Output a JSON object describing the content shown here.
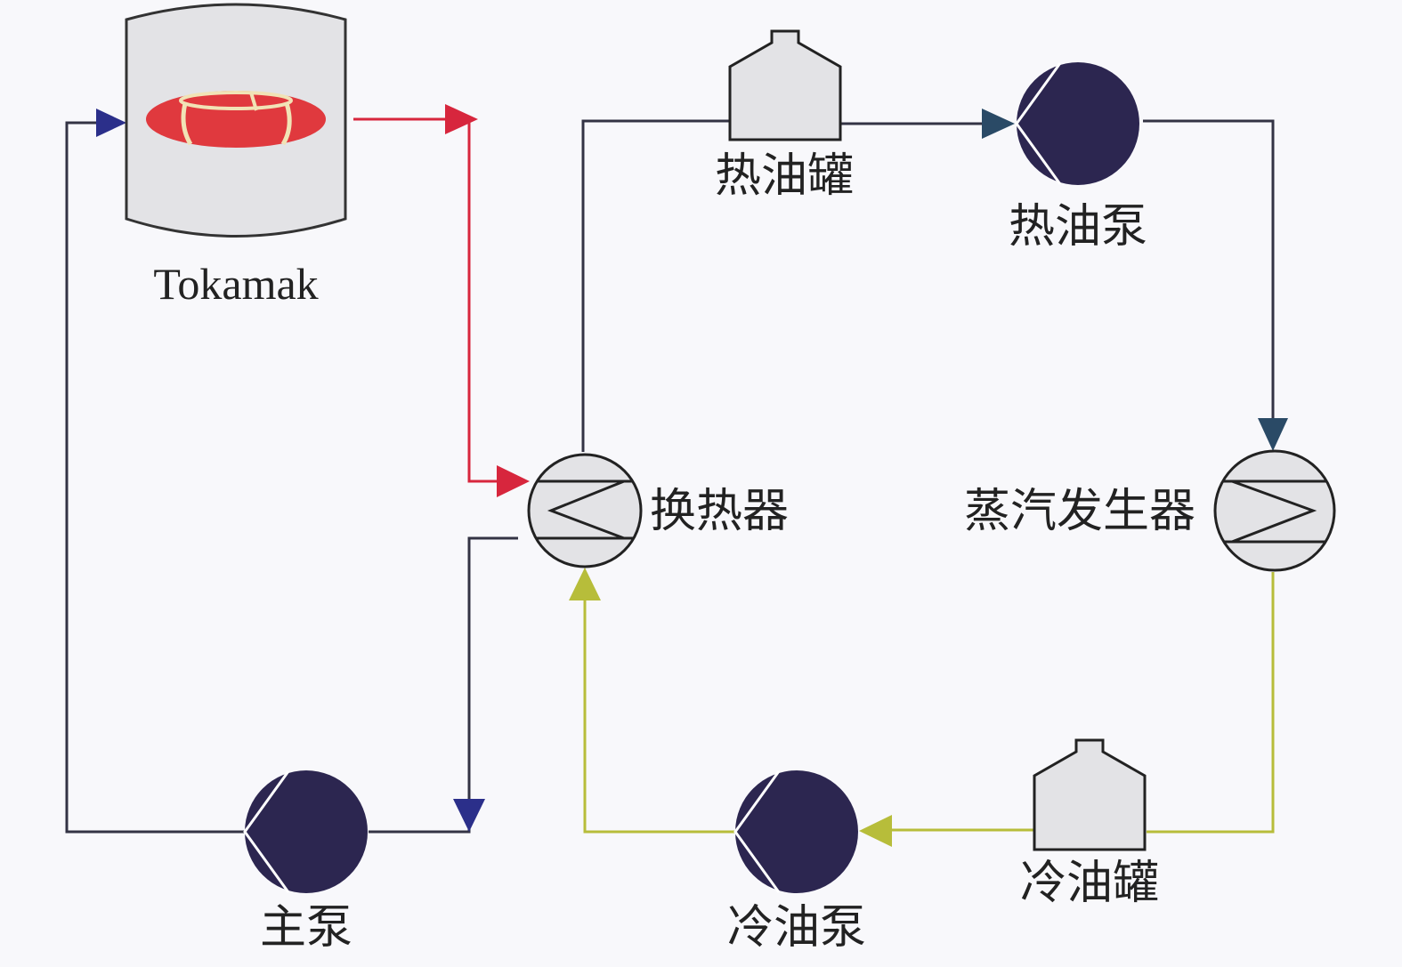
{
  "labels": {
    "tokamak": "Tokamak",
    "hot_oil_tank": "热油罐",
    "hot_oil_pump": "热油泵",
    "heat_exchanger": "换热器",
    "steam_generator": "蒸汽发生器",
    "cold_oil_tank": "冷油罐",
    "cold_oil_pump": "冷油泵",
    "main_pump": "主泵"
  },
  "colors": {
    "background": "#f8f8fb",
    "primary_loop": "#2b2f8a",
    "hot_coolant": "#d7263d",
    "hot_oil": "#2a4a66",
    "cold_oil": "#b7bd3a",
    "pump_fill": "#2c2650",
    "vessel_fill": "#e3e3e6",
    "torus": "#e0393e"
  },
  "icons": [
    "tokamak-vessel-icon",
    "torus-icon",
    "tank-icon",
    "pump-icon",
    "heat-exchanger-icon",
    "flow-arrow-icon"
  ]
}
